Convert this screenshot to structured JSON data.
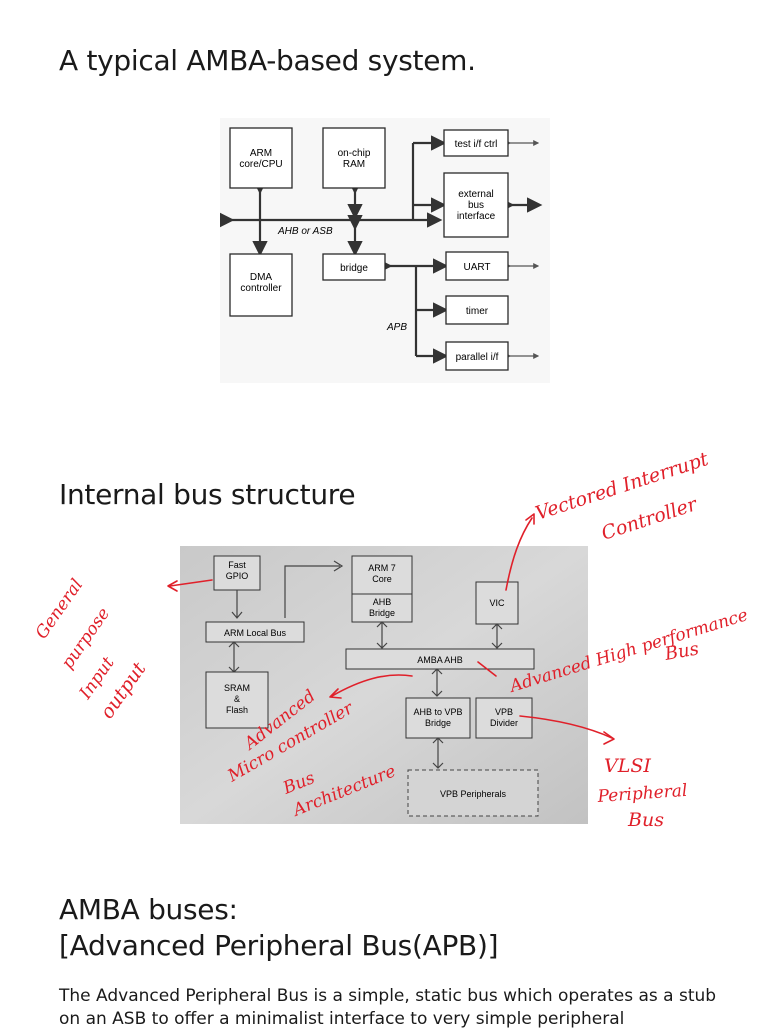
{
  "heading1": "A typical AMBA-based system.",
  "diagram1": {
    "arm": [
      "ARM",
      "core/CPU"
    ],
    "ram": [
      "on-chip",
      "RAM"
    ],
    "test": "test i/f ctrl",
    "ebi": [
      "external",
      "bus",
      "interface"
    ],
    "bus": "AHB or ASB",
    "dma": [
      "DMA",
      "controller"
    ],
    "bridge": "bridge",
    "uart": "UART",
    "timer": "timer",
    "apb": "APB",
    "parallel": "parallel i/f"
  },
  "heading2": "Internal bus structure",
  "diagram2": {
    "gpio": [
      "Fast",
      "GPIO"
    ],
    "arm7": [
      "ARM 7",
      "Core"
    ],
    "ahb_bridge": [
      "AHB",
      "Bridge"
    ],
    "vic": "VIC",
    "local_bus": "ARM Local Bus",
    "amba_ahb": "AMBA AHB",
    "sram": [
      "SRAM",
      "&",
      "Flash"
    ],
    "ahb_vpb": [
      "AHB to VPB",
      "Bridge"
    ],
    "vpb_div": [
      "VPB",
      "Divider"
    ],
    "vpb_periph": "VPB Peripherals"
  },
  "notes": {
    "vic_note": [
      "Vectored Interrupt",
      "Controller"
    ],
    "gpio_note": [
      "General",
      "purpose",
      "Input",
      "output"
    ],
    "ahb_note": [
      "Advanced High performance",
      "Bus"
    ],
    "amba_note": [
      "Advanced",
      "Micro controller",
      "Bus",
      "Architecture"
    ],
    "vlsi_note": [
      "VLSI",
      "Peripheral",
      "Bus"
    ]
  },
  "heading3": [
    "AMBA buses:",
    "[Advanced Peripheral Bus(APB)]"
  ],
  "paragraph": "The Advanced Peripheral Bus is a simple, static bus which operates as a stub on an ASB to offer a minimalist interface to very simple peripheral"
}
